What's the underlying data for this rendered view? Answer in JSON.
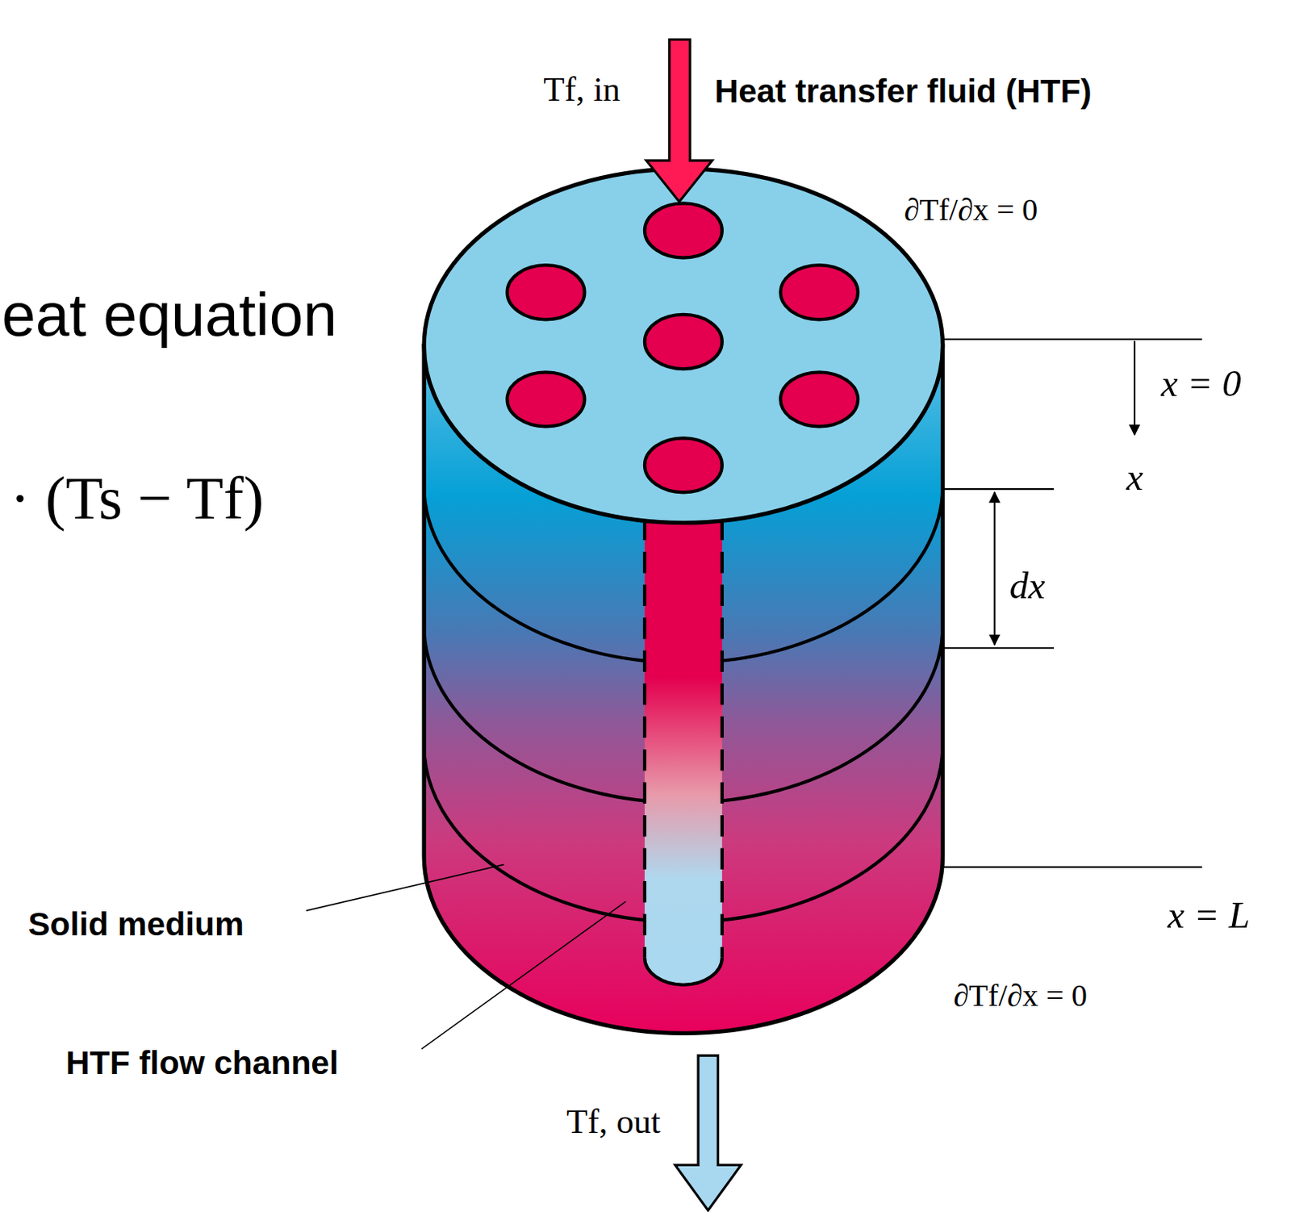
{
  "diagram": {
    "labels": [
      "eat equation",
      "· (Ts − Tf)",
      "Tf, in",
      "Heat transfer fluid (HTF)",
      "∂Tf/∂x = 0",
      "x = 0",
      "x",
      "dx",
      "x = L",
      "Solid medium",
      "∂Tf/∂x = 0",
      "HTF flow channel",
      "Tf, out"
    ]
  }
}
